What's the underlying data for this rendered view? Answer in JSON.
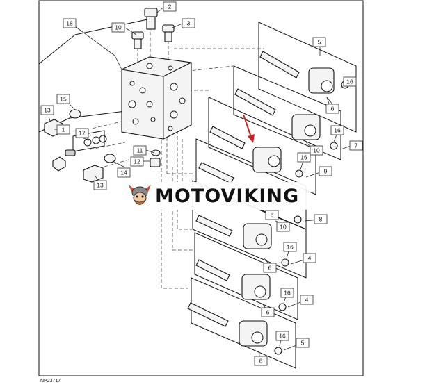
{
  "figure_id": "NP23717",
  "watermark": {
    "text": "MOTOVIKING",
    "logo": "viking-mascot-icon"
  },
  "callouts": [
    "18",
    "2",
    "10",
    "3",
    "5",
    "16",
    "6",
    "15",
    "13",
    "1",
    "17",
    "11",
    "12",
    "14",
    "13",
    "16",
    "7",
    "16",
    "9",
    "8",
    "10",
    "16",
    "4",
    "16",
    "4",
    "16",
    "5",
    "6",
    "6",
    "6",
    "10",
    "6"
  ],
  "colors": {
    "line": "#111111",
    "box_stroke": "#444444",
    "watermark_bg": "#ffffff",
    "arrow": "#cc2222"
  }
}
